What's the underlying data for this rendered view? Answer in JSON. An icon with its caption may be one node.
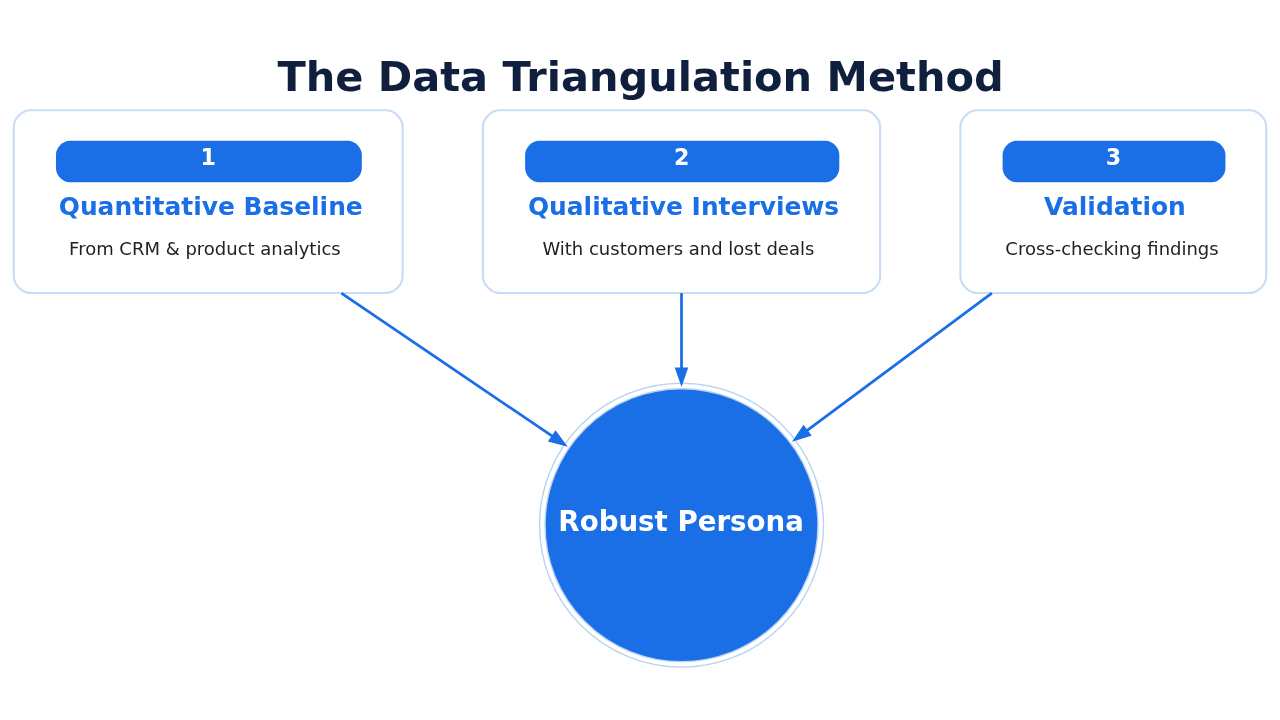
{
  "diagram": {
    "title": "The Data Triangulation Method",
    "nodes": [
      {
        "text": [
          "1",
          "Quantitative Baseline",
          "From CRM & product analytics"
        ]
      },
      {
        "text": [
          "2",
          "Qualitative Interviews",
          "With customers and lost deals"
        ]
      },
      {
        "text": [
          "3",
          "Validation",
          "Cross-checking findings"
        ]
      },
      {
        "text": [
          "Robust Persona"
        ]
      }
    ],
    "edges": [
      {
        "from": 0,
        "to": 3,
        "arrow": "to"
      },
      {
        "from": 1,
        "to": 3,
        "arrow": "to"
      },
      {
        "from": 2,
        "to": 3,
        "arrow": "to"
      }
    ]
  }
}
